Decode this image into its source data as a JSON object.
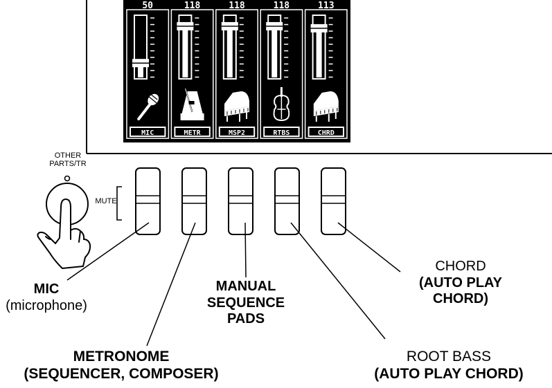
{
  "lcd": {
    "channels": [
      {
        "value": "50",
        "tag": "MIC",
        "icon": "microphone-icon",
        "level": 0.2
      },
      {
        "value": "118",
        "tag": "METR",
        "icon": "metronome-icon",
        "level": 0.92
      },
      {
        "value": "118",
        "tag": "MSP2",
        "icon": "piano-icon",
        "level": 0.92
      },
      {
        "value": "118",
        "tag": "RTBS",
        "icon": "violin-icon",
        "level": 0.92
      },
      {
        "value": "113",
        "tag": "CHRD",
        "icon": "piano-icon",
        "level": 0.88
      }
    ]
  },
  "button": {
    "line1": "OTHER",
    "line2": "PARTS/TR"
  },
  "mute_label": "MUTE",
  "labels": {
    "mic": {
      "line1": "MIC",
      "line2": "(microphone)"
    },
    "manual": {
      "line1": "MANUAL",
      "line2": "SEQUENCE",
      "line3": "PADS"
    },
    "chord": {
      "line1": "CHORD",
      "line2": "(AUTO PLAY",
      "line3": "CHORD)"
    },
    "metronome": {
      "line1": "METRONOME",
      "line2": "(SEQUENCER, COMPOSER)"
    },
    "root_bass": {
      "line1": "ROOT BASS",
      "line2": "(AUTO PLAY CHORD)"
    }
  }
}
